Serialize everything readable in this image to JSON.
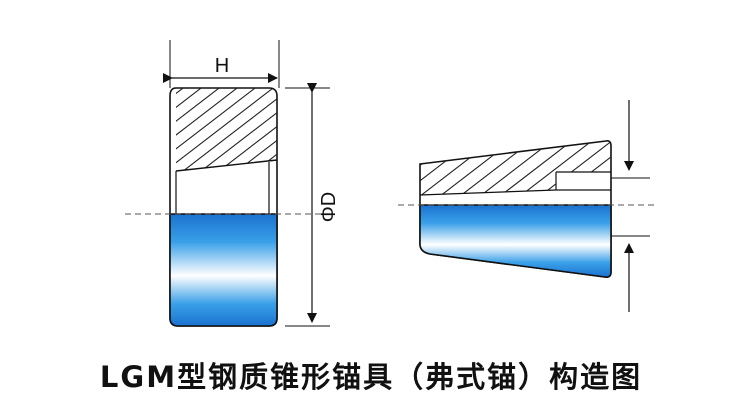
{
  "diagram": {
    "label_h": "H",
    "label_d": "ΦD",
    "caption": "LGM型钢质锥形锚具（弗式锚）构造图"
  },
  "colors": {
    "line": "#111111",
    "hatch": "#222222",
    "blue_dark": "#1f7fd6",
    "blue_light": "#ffffff"
  }
}
